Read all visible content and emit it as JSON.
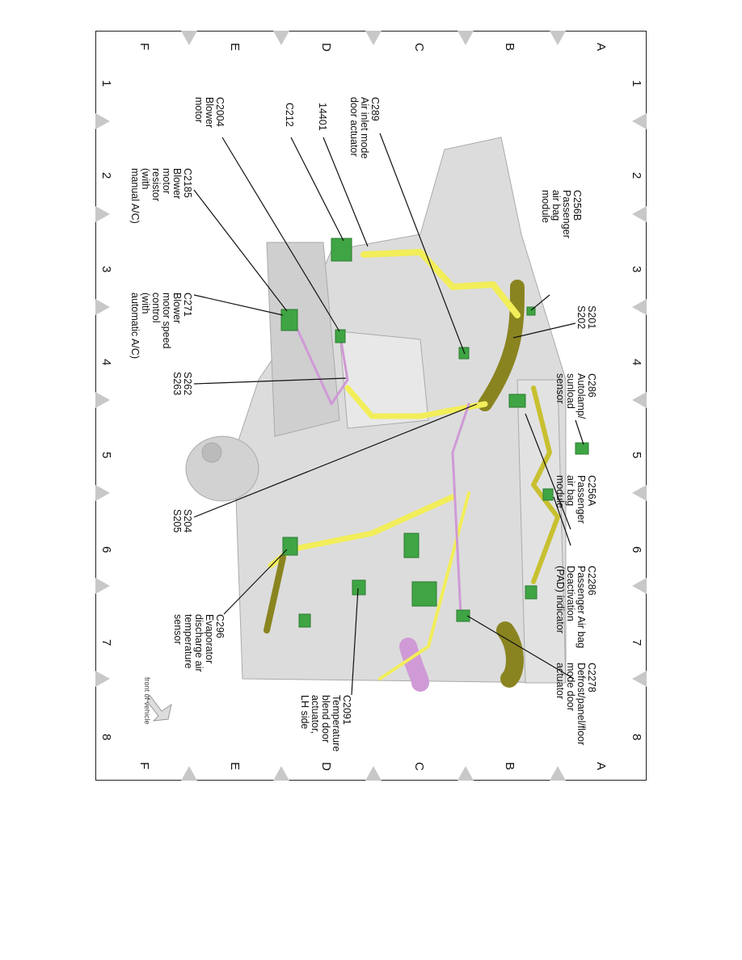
{
  "grid": {
    "columns": [
      "A",
      "B",
      "C",
      "D",
      "E",
      "F"
    ],
    "rows": [
      "1",
      "2",
      "3",
      "4",
      "5",
      "6",
      "7",
      "8"
    ]
  },
  "callouts": {
    "c256b": "C256B\nPassenger\nair bag\nmodule",
    "s201": "S201\nS202",
    "c286": "C286\nAutolamp/\nsunload\nsensor",
    "c256a": "C256A\nPassenger\nair bag\nmodule",
    "c2286": "C2286\nPassenger Air bag\nDeactivation\n(PAD) indicator",
    "c2278": "C2278\nDefrost/panel/floor\nmode door\nactuator",
    "c289": "C289\nAir inlet mode\ndoor actuator",
    "n14401": "14401",
    "c212": "C212",
    "c2004": "C2004\nBlower\nmotor",
    "c2185": "C2185\nBlower\nmotor\nresistor\n(with\nmanual A/C)",
    "c271": "C271\nBlower\nmotor speed\ncontrol\n(with\nautomatic A/C)",
    "s262": "S262\nS263",
    "s204": "S204\nS205",
    "c296": "C296\nEvaporator\ndischarge air\ntemperature\nsensor",
    "c2091": "C2091\nTemperature\nblend door\nactuator,\nLH side"
  },
  "front_label": "front of vehicle",
  "colors": {
    "harness": "#f2ee5a",
    "tube": "#8a8420",
    "connector": "#3fa544",
    "pink": "#cf9ad6",
    "housing": "#d6d6d6"
  }
}
